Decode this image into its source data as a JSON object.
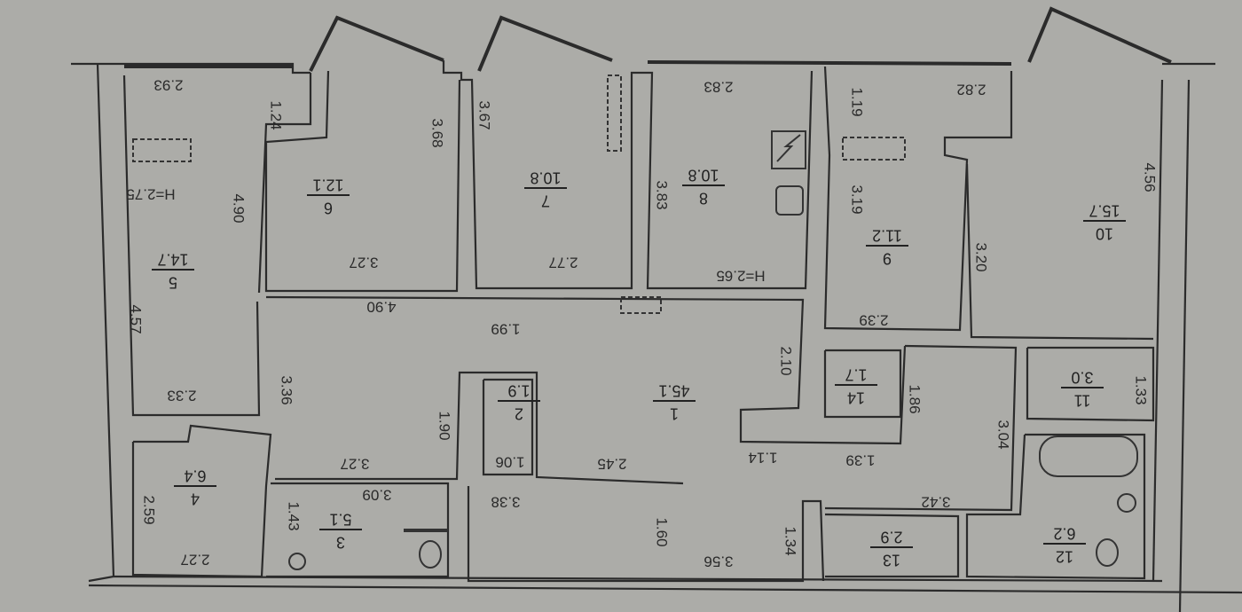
{
  "rooms": [
    {
      "number": "1",
      "area": "45.1"
    },
    {
      "number": "2",
      "area": "1.9"
    },
    {
      "number": "3",
      "area": "5.1"
    },
    {
      "number": "4",
      "area": "6.4"
    },
    {
      "number": "5",
      "area": "14.7"
    },
    {
      "number": "6",
      "area": "12.1"
    },
    {
      "number": "7",
      "area": "10.8"
    },
    {
      "number": "8",
      "area": "10.8"
    },
    {
      "number": "9",
      "area": "11.2"
    },
    {
      "number": "10",
      "area": "15.7"
    },
    {
      "number": "11",
      "area": "3.0"
    },
    {
      "number": "12",
      "area": "6.2"
    },
    {
      "number": "13",
      "area": "2.9"
    },
    {
      "number": "14",
      "area": "1.7"
    }
  ],
  "ceiling_heights": [
    "H=2.75",
    "H=2.65"
  ],
  "dimensions": [
    "2.93",
    "1.24",
    "3.68",
    "3.67",
    "2.83",
    "1.19",
    "2.82",
    "4.56",
    "4.90",
    "3.83",
    "3.19",
    "3.20",
    "3.27",
    "2.77",
    "4.90",
    "1.99",
    "2.39",
    "4.57",
    "2.10",
    "2.33",
    "3.36",
    "1.90",
    "1.86",
    "1.33",
    "3.04",
    "1.14",
    "1.39",
    "1.06",
    "2.45",
    "3.27",
    "2.59",
    "3.09",
    "1.43",
    "3.38",
    "3.42",
    "2.27",
    "1.60",
    "3.56",
    "1.34"
  ]
}
